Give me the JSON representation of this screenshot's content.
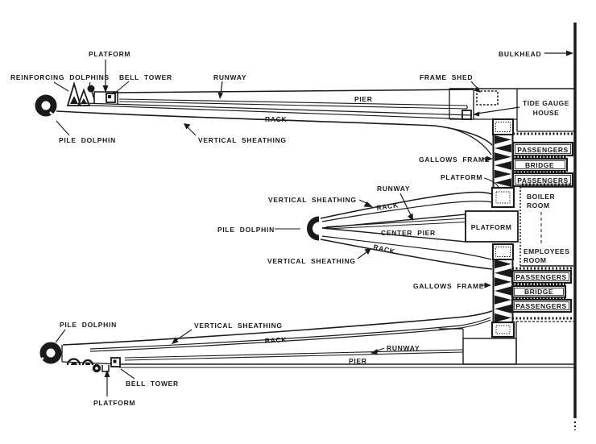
{
  "colors": {
    "ink": "#1a1a1a",
    "paper": "#ffffff"
  },
  "shore": {
    "bulkhead": "BULKHEAD",
    "frame_shed": "FRAME SHED",
    "tide_gauge_house": [
      "TIDE GAUGE",
      "HOUSE"
    ]
  },
  "terminal": {
    "passengers_upper_north": "PASSENGERS",
    "bridge_upper": "BRIDGE",
    "passengers_upper_south": "PASSENGERS",
    "boiler_room": [
      "BOILER",
      "ROOM"
    ],
    "employees_room": [
      "EMPLOYEES",
      "ROOM"
    ],
    "platform_box": "PLATFORM",
    "platform_callout": "PLATFORM",
    "gallows_frame_upper": "GALLOWS FRAME",
    "gallows_frame_lower": "GALLOWS FRAME",
    "passengers_lower_north": "PASSENGERS",
    "bridge_lower": "BRIDGE",
    "passengers_lower_south": "PASSENGERS"
  },
  "upper_slip": {
    "platform": "PLATFORM",
    "reinforcing_dolphins": "REINFORCING DOLPHINS",
    "bell_tower": "BELL TOWER",
    "runway": "RUNWAY",
    "pier": "PIER",
    "rack": "RACK",
    "vertical_sheathing": "VERTICAL SHEATHING",
    "pile_dolphin": "PILE DOLPHIN"
  },
  "center_slip": {
    "vertical_sheathing_north": "VERTICAL SHEATHING",
    "runway": "RUNWAY",
    "rack_north": "RACK",
    "pile_dolphin": "PILE DOLPHIN",
    "center_pier": "CENTER PIER",
    "rack_south": "RACK",
    "vertical_sheathing_south": "VERTICAL SHEATHING"
  },
  "lower_slip": {
    "pile_dolphin": "PILE DOLPHIN",
    "vertical_sheathing": "VERTICAL SHEATHING",
    "rack": "RACK",
    "runway": "RUNWAY",
    "pier": "PIER",
    "bell_tower": "BELL TOWER",
    "platform": "PLATFORM"
  }
}
